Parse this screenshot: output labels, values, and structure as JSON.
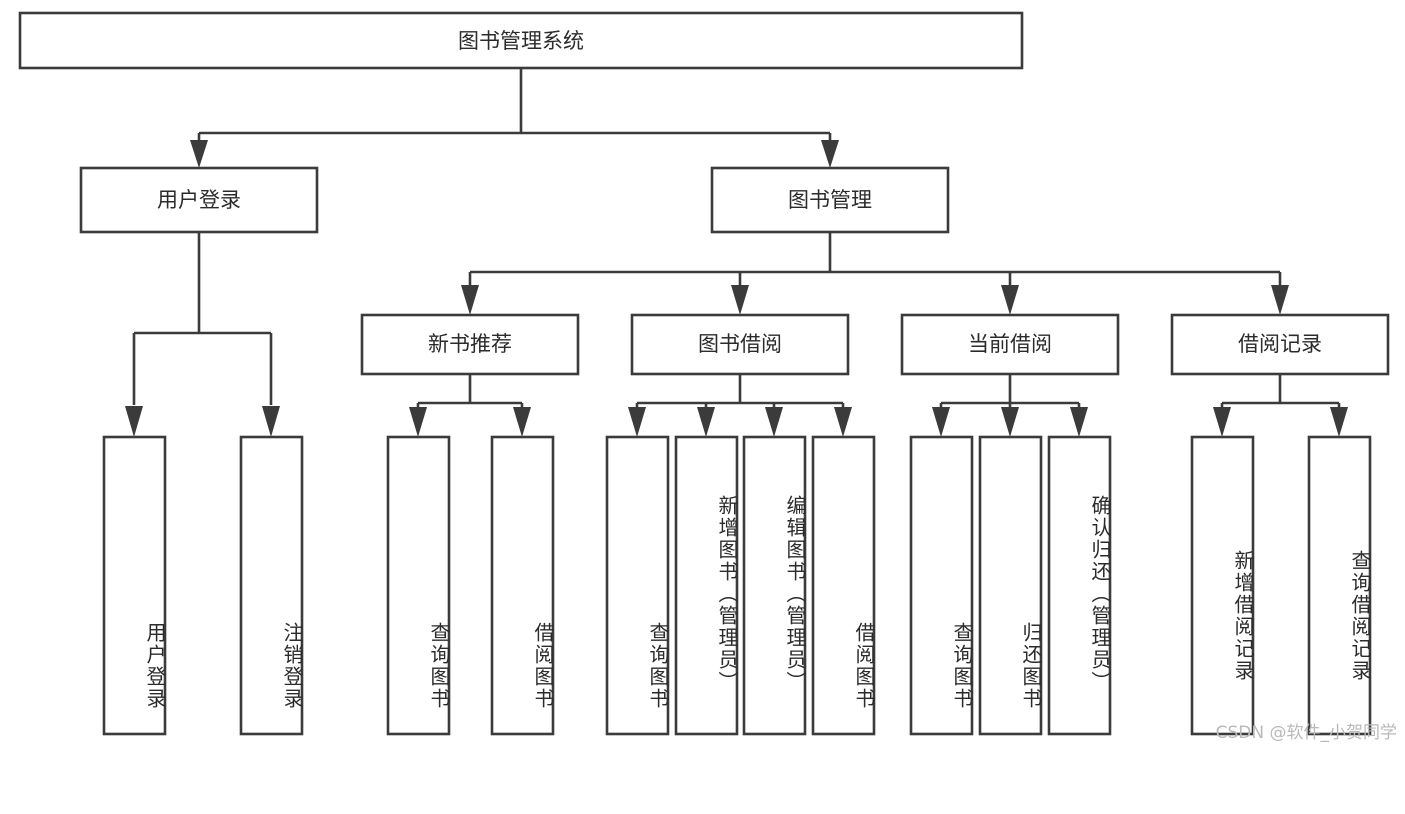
{
  "diagram": {
    "title": "图书管理系统",
    "type": "tree-hierarchy",
    "watermark": "CSDN @软件_小贺同学",
    "root": {
      "id": "root",
      "label": "图书管理系统",
      "orientation": "horizontal"
    },
    "level2": [
      {
        "id": "user-login",
        "label": "用户登录",
        "orientation": "horizontal"
      },
      {
        "id": "book-manage",
        "label": "图书管理",
        "orientation": "horizontal"
      }
    ],
    "level3": [
      {
        "id": "new-book-recommend",
        "label": "新书推荐",
        "orientation": "horizontal",
        "parent": "book-manage"
      },
      {
        "id": "book-borrow",
        "label": "图书借阅",
        "orientation": "horizontal",
        "parent": "book-manage"
      },
      {
        "id": "current-borrow",
        "label": "当前借阅",
        "orientation": "horizontal",
        "parent": "book-manage"
      },
      {
        "id": "borrow-record",
        "label": "借阅记录",
        "orientation": "horizontal",
        "parent": "book-manage"
      }
    ],
    "leaves": [
      {
        "id": "leaf-user-login",
        "label": "用户登录",
        "parent": "user-login",
        "orientation": "vertical"
      },
      {
        "id": "leaf-user-logout",
        "label": "注销登录",
        "parent": "user-login",
        "orientation": "vertical"
      },
      {
        "id": "leaf-query-book-1",
        "label": "查询图书",
        "parent": "new-book-recommend",
        "orientation": "vertical"
      },
      {
        "id": "leaf-borrow-book-1",
        "label": "借阅图书",
        "parent": "new-book-recommend",
        "orientation": "vertical"
      },
      {
        "id": "leaf-query-book-2",
        "label": "查询图书",
        "parent": "book-borrow",
        "orientation": "vertical"
      },
      {
        "id": "leaf-add-book",
        "label": "新增图书（管理员）",
        "parent": "book-borrow",
        "orientation": "vertical"
      },
      {
        "id": "leaf-edit-book",
        "label": "编辑图书（管理员）",
        "parent": "book-borrow",
        "orientation": "vertical"
      },
      {
        "id": "leaf-borrow-book-2",
        "label": "借阅图书",
        "parent": "book-borrow",
        "orientation": "vertical"
      },
      {
        "id": "leaf-query-book-3",
        "label": "查询图书",
        "parent": "current-borrow",
        "orientation": "vertical"
      },
      {
        "id": "leaf-return-book",
        "label": "归还图书",
        "parent": "current-borrow",
        "orientation": "vertical"
      },
      {
        "id": "leaf-confirm-return",
        "label": "确认归还（管理员）",
        "parent": "current-borrow",
        "orientation": "vertical"
      },
      {
        "id": "leaf-add-record",
        "label": "新增借阅记录",
        "parent": "borrow-record",
        "orientation": "vertical"
      },
      {
        "id": "leaf-query-record",
        "label": "查询借阅记录",
        "parent": "borrow-record",
        "orientation": "vertical"
      }
    ],
    "colors": {
      "stroke": "#3b3b3b",
      "fill": "#ffffff",
      "text": "#2b2b2b",
      "watermark": "#b9b9b9"
    }
  }
}
